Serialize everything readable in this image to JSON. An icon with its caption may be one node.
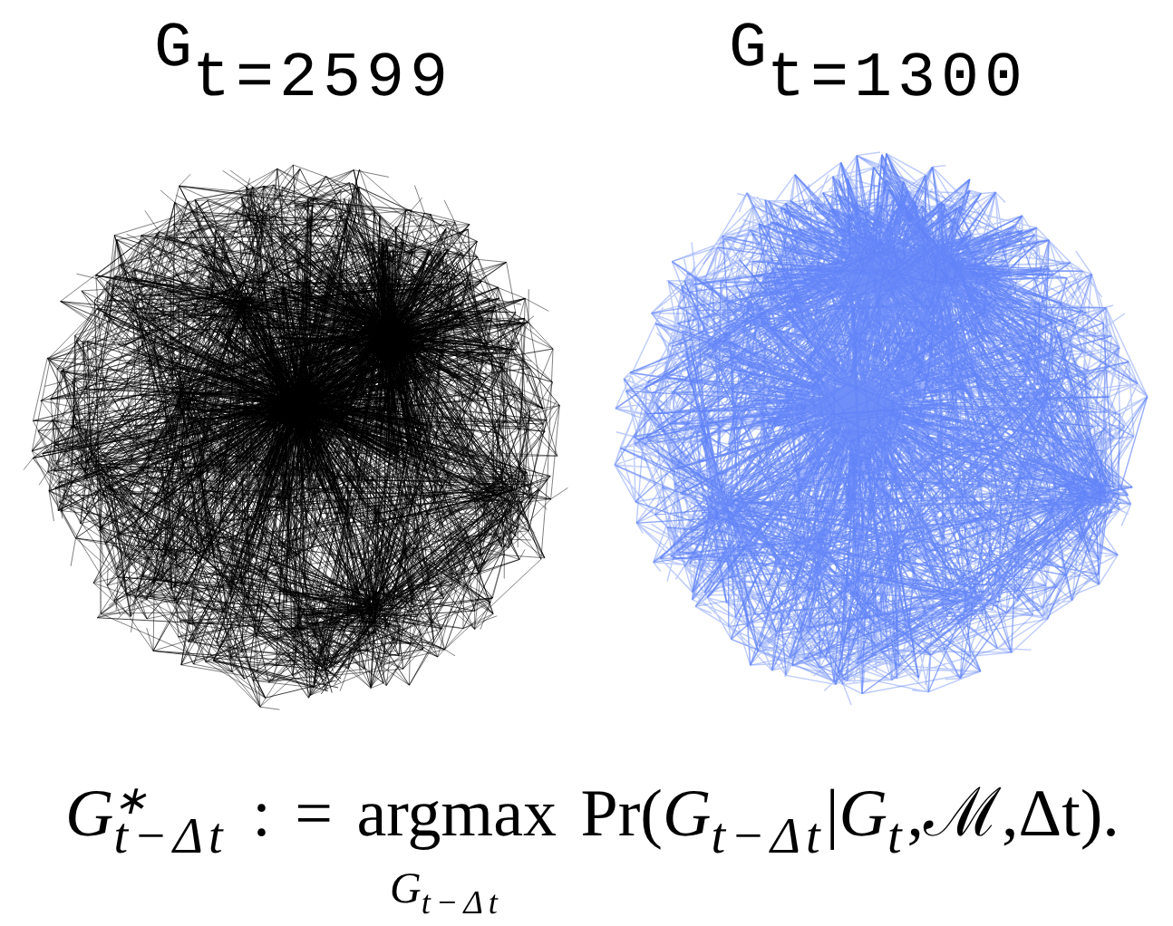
{
  "diagram": {
    "labels": [
      "G$_{t=2599}$",
      "G$_{t=1300}$",
      "*G*$^{∗}$$_{t−Δt}$ : = argmax Pr(*G*$_{t−Δt}$|*G*$_{t}$,ℳ,Δt).",
      "*G*$_{t−Δt}$"
    ]
  }
}
